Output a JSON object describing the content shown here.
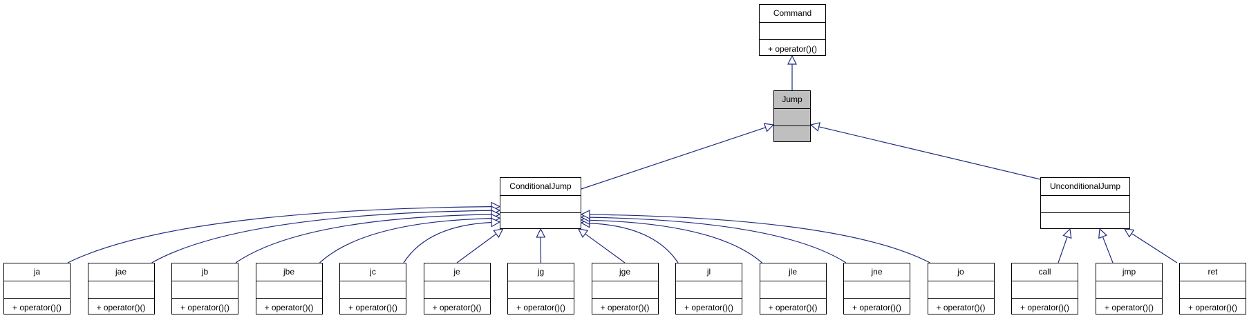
{
  "diagram": {
    "edge_color": "#1f2a80",
    "highlight_fill": "#bfbfbf",
    "classes": [
      {
        "id": "command",
        "name": "Command",
        "operation": "+ operator()()",
        "highlighted": false
      },
      {
        "id": "jump",
        "name": "Jump",
        "operation": "",
        "highlighted": true
      },
      {
        "id": "conditionaljump",
        "name": "ConditionalJump",
        "operation": "",
        "highlighted": false
      },
      {
        "id": "unconditionaljump",
        "name": "UnconditionalJump",
        "operation": "",
        "highlighted": false
      },
      {
        "id": "ja",
        "name": "ja",
        "operation": "+ operator()()",
        "highlighted": false
      },
      {
        "id": "jae",
        "name": "jae",
        "operation": "+ operator()()",
        "highlighted": false
      },
      {
        "id": "jb",
        "name": "jb",
        "operation": "+ operator()()",
        "highlighted": false
      },
      {
        "id": "jbe",
        "name": "jbe",
        "operation": "+ operator()()",
        "highlighted": false
      },
      {
        "id": "jc",
        "name": "jc",
        "operation": "+ operator()()",
        "highlighted": false
      },
      {
        "id": "je",
        "name": "je",
        "operation": "+ operator()()",
        "highlighted": false
      },
      {
        "id": "jg",
        "name": "jg",
        "operation": "+ operator()()",
        "highlighted": false
      },
      {
        "id": "jge",
        "name": "jge",
        "operation": "+ operator()()",
        "highlighted": false
      },
      {
        "id": "jl",
        "name": "jl",
        "operation": "+ operator()()",
        "highlighted": false
      },
      {
        "id": "jle",
        "name": "jle",
        "operation": "+ operator()()",
        "highlighted": false
      },
      {
        "id": "jne",
        "name": "jne",
        "operation": "+ operator()()",
        "highlighted": false
      },
      {
        "id": "jo",
        "name": "jo",
        "operation": "+ operator()()",
        "highlighted": false
      },
      {
        "id": "call",
        "name": "call",
        "operation": "+ operator()()",
        "highlighted": false
      },
      {
        "id": "jmp",
        "name": "jmp",
        "operation": "+ operator()()",
        "highlighted": false
      },
      {
        "id": "ret",
        "name": "ret",
        "operation": "+ operator()()",
        "highlighted": false
      }
    ],
    "inheritance": [
      {
        "child": "jump",
        "parent": "command"
      },
      {
        "child": "conditionaljump",
        "parent": "jump"
      },
      {
        "child": "unconditionaljump",
        "parent": "jump"
      },
      {
        "child": "ja",
        "parent": "conditionaljump"
      },
      {
        "child": "jae",
        "parent": "conditionaljump"
      },
      {
        "child": "jb",
        "parent": "conditionaljump"
      },
      {
        "child": "jbe",
        "parent": "conditionaljump"
      },
      {
        "child": "jc",
        "parent": "conditionaljump"
      },
      {
        "child": "je",
        "parent": "conditionaljump"
      },
      {
        "child": "jg",
        "parent": "conditionaljump"
      },
      {
        "child": "jge",
        "parent": "conditionaljump"
      },
      {
        "child": "jl",
        "parent": "conditionaljump"
      },
      {
        "child": "jle",
        "parent": "conditionaljump"
      },
      {
        "child": "jne",
        "parent": "conditionaljump"
      },
      {
        "child": "jo",
        "parent": "conditionaljump"
      },
      {
        "child": "call",
        "parent": "unconditionaljump"
      },
      {
        "child": "jmp",
        "parent": "unconditionaljump"
      },
      {
        "child": "ret",
        "parent": "unconditionaljump"
      }
    ]
  }
}
